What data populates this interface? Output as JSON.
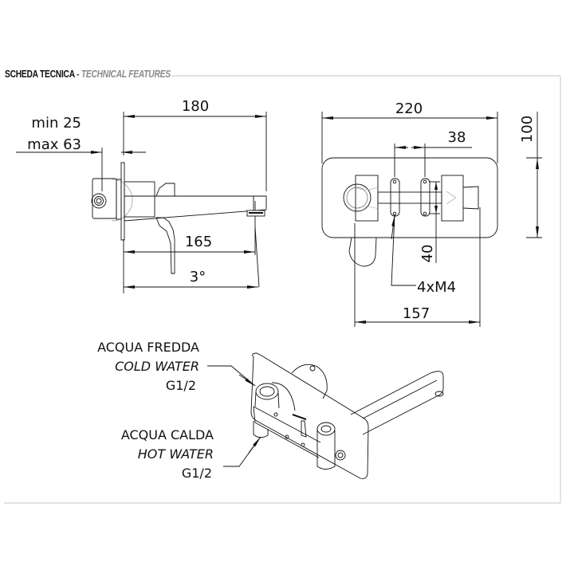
{
  "header": {
    "title": "SCHEDA TECNICA",
    "separator": " - ",
    "subtitle": "TECHNICAL FEATURES"
  },
  "side_view": {
    "dim_total_length": "180",
    "dim_wall_min": "min 25",
    "dim_wall_max": "max 63",
    "dim_spout_length": "165",
    "dim_angle": "3°"
  },
  "front_view": {
    "dim_plate_width": "220",
    "dim_plate_height": "100",
    "dim_hole_spacing_h": "38",
    "dim_hole_spacing_v": "40",
    "dim_screws": "4xM4",
    "dim_body_width": "157"
  },
  "iso_view": {
    "cold_label_it": "ACQUA FREDDA",
    "cold_label_en": "COLD WATER",
    "cold_thread": "G1/2",
    "hot_label_it": "ACQUA CALDA",
    "hot_label_en": "HOT WATER",
    "hot_thread": "G1/2"
  },
  "colors": {
    "line": "#111111",
    "frame": "#d0d0d0",
    "subtitle": "#8a8a8a"
  }
}
